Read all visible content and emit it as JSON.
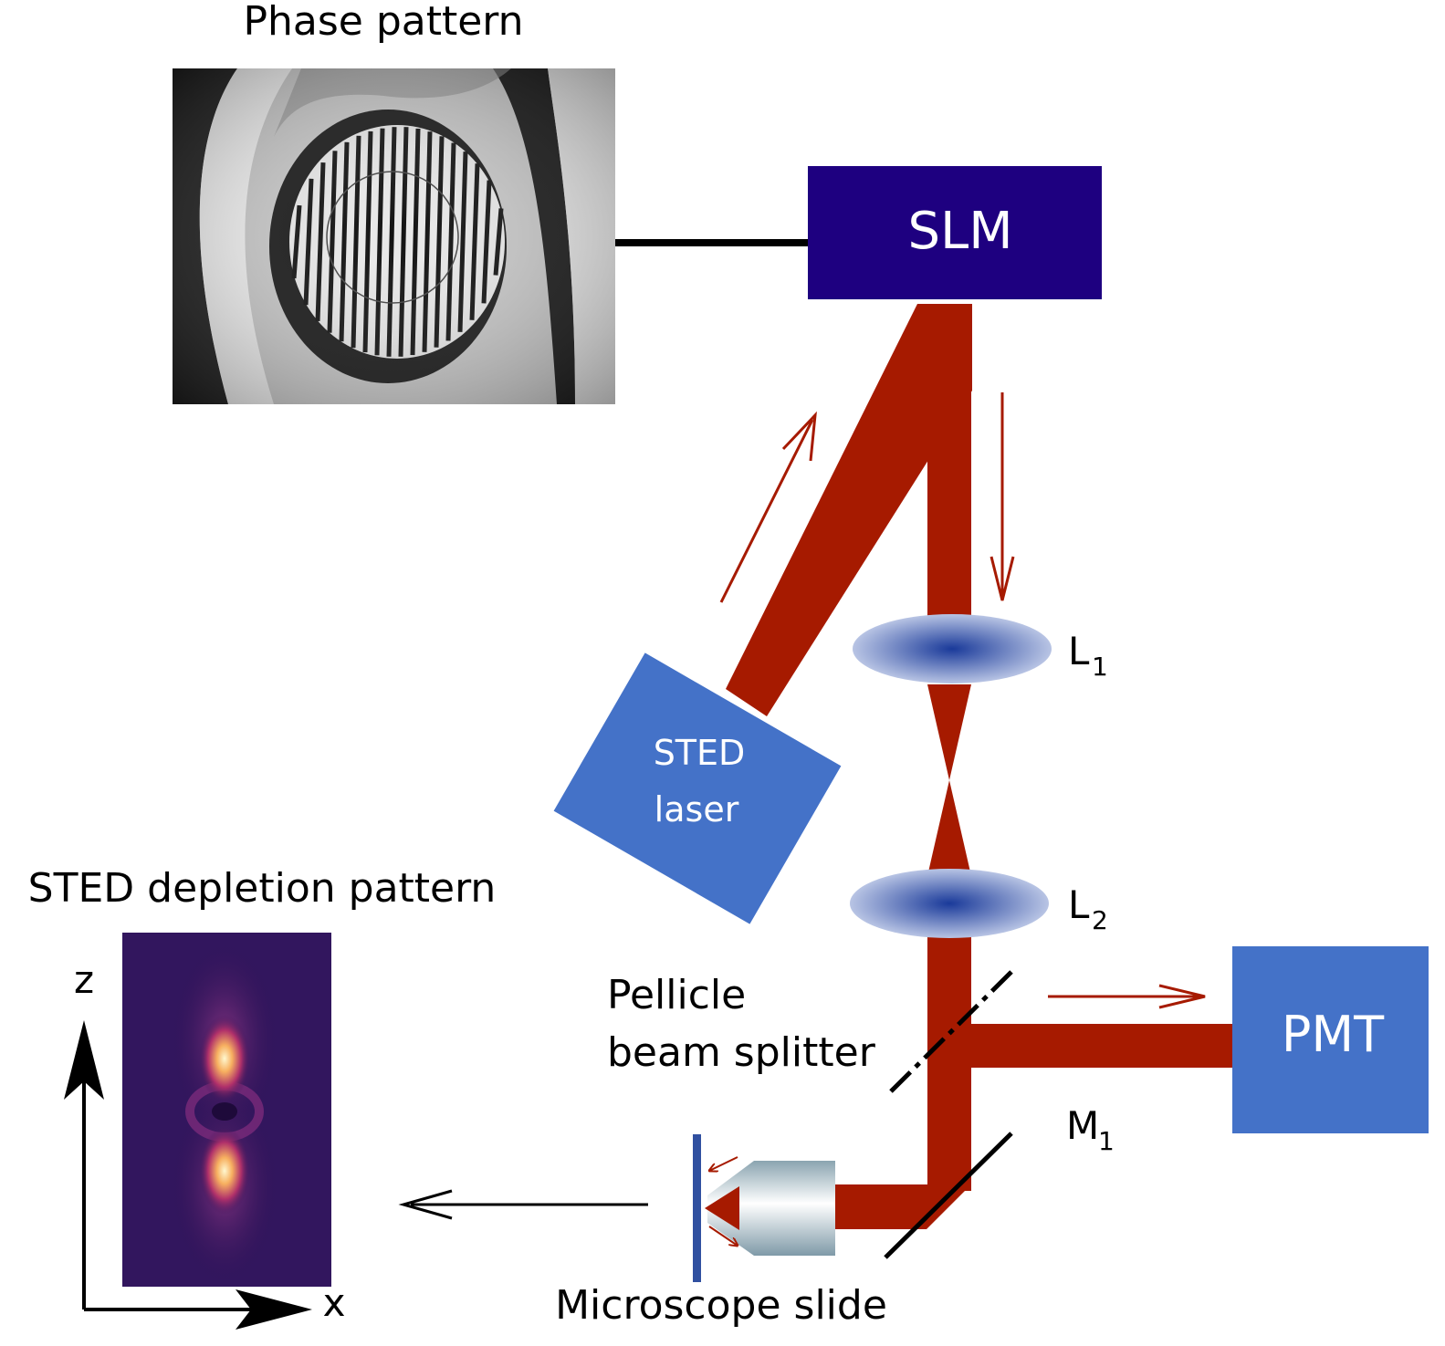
{
  "labels": {
    "phase_pattern": "Phase pattern",
    "slm": "SLM",
    "sted_laser_line1": "STED",
    "sted_laser_line2": "laser",
    "lens1_main": "L",
    "lens1_sub": "1",
    "lens2_main": "L",
    "lens2_sub": "2",
    "pellicle_line1": "Pellicle",
    "pellicle_line2": "beam splitter",
    "pmt": "PMT",
    "mirror_main": "M",
    "mirror_sub": "1",
    "microscope_slide": "Microscope slide",
    "depletion_pattern": "STED depletion pattern",
    "axis_z": "z",
    "axis_x": "x"
  },
  "colors": {
    "beam": "#a61a00",
    "slm_box": "#1e0080",
    "device_box": "#4472c8",
    "lens_center": "#1a3a9a",
    "lens_edge": "#b8c4e4",
    "arrow_black": "#000000"
  },
  "icons": [
    "phase-pattern-image",
    "depletion-pattern-image",
    "objective-lens-icon",
    "mirror-icon",
    "beam-splitter-icon"
  ]
}
